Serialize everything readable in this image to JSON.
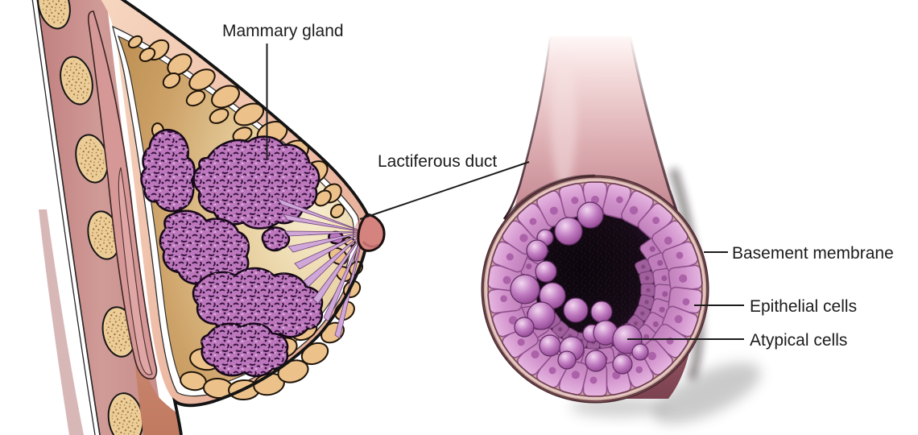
{
  "labels": {
    "mammary_gland": "Mammary gland",
    "lactiferous_duct": "Lactiferous duct",
    "basement_membrane": "Basement membrane",
    "epithelial_cells": "Epithelial cells",
    "atypical_cells": "Atypical cells"
  },
  "palette": {
    "background": "#ffffff",
    "label_text": "#1c1c1c",
    "leader_line": "#1c1c1c",
    "skin": "#eebca6",
    "muscle": "#d69797",
    "rib_bone": "#edcd97",
    "fat_lobule": "#ecc28a",
    "mammary_gland": "#bc77bd",
    "duct_strip": "#cfa8d9",
    "nipple": "#d5837f",
    "duct_tube": "#bb7a85",
    "epithelial_cell": "#d294cd",
    "atypical_cell": "#b369b4",
    "duct_lumen": "#150a15",
    "basement_membrane_ring": "#c9a49d",
    "interior_stroma": "#cda268"
  }
}
